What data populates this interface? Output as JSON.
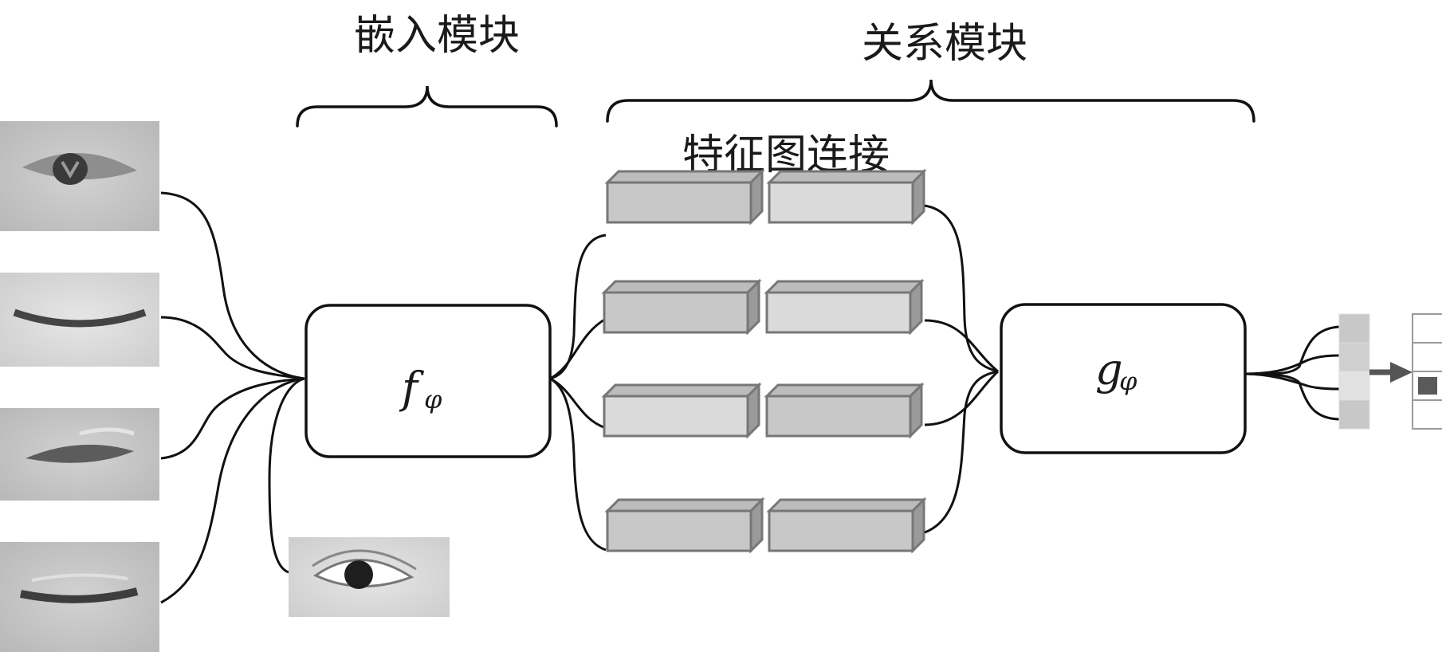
{
  "labels": {
    "embedding_module": "嵌入模块",
    "relation_module": "关系模块",
    "feature_concat": "特征图连接"
  },
  "functions": {
    "embedding": {
      "symbol": "f",
      "subscript": "φ"
    },
    "relation": {
      "symbol": "g",
      "subscript": "φ"
    }
  },
  "inputs": {
    "support_images": [
      "eye-open",
      "eye-closed",
      "eye-half-closed",
      "eye-closed"
    ],
    "query_image": "eye-open"
  },
  "feature_pairs": [
    {
      "left": "#c8c8c8",
      "right": "#dadada"
    },
    {
      "left": "#c8c8c8",
      "right": "#dadada"
    },
    {
      "left": "#dadada",
      "right": "#c8c8c8"
    },
    {
      "left": "#c8c8c8",
      "right": "#c8c8c8"
    }
  ],
  "relation_scores": [
    "#c8c8c8",
    "#cfcfcf",
    "#e2e2e2",
    "#c8c8c8"
  ],
  "one_hot_output": [
    0,
    0,
    1,
    0
  ],
  "colors": {
    "box_edge": "#111111",
    "feature_side": "#9a9a9a",
    "feature_top": "#bcbcbc",
    "output_selected": "#5a5a5a",
    "arrow": "#555555"
  }
}
